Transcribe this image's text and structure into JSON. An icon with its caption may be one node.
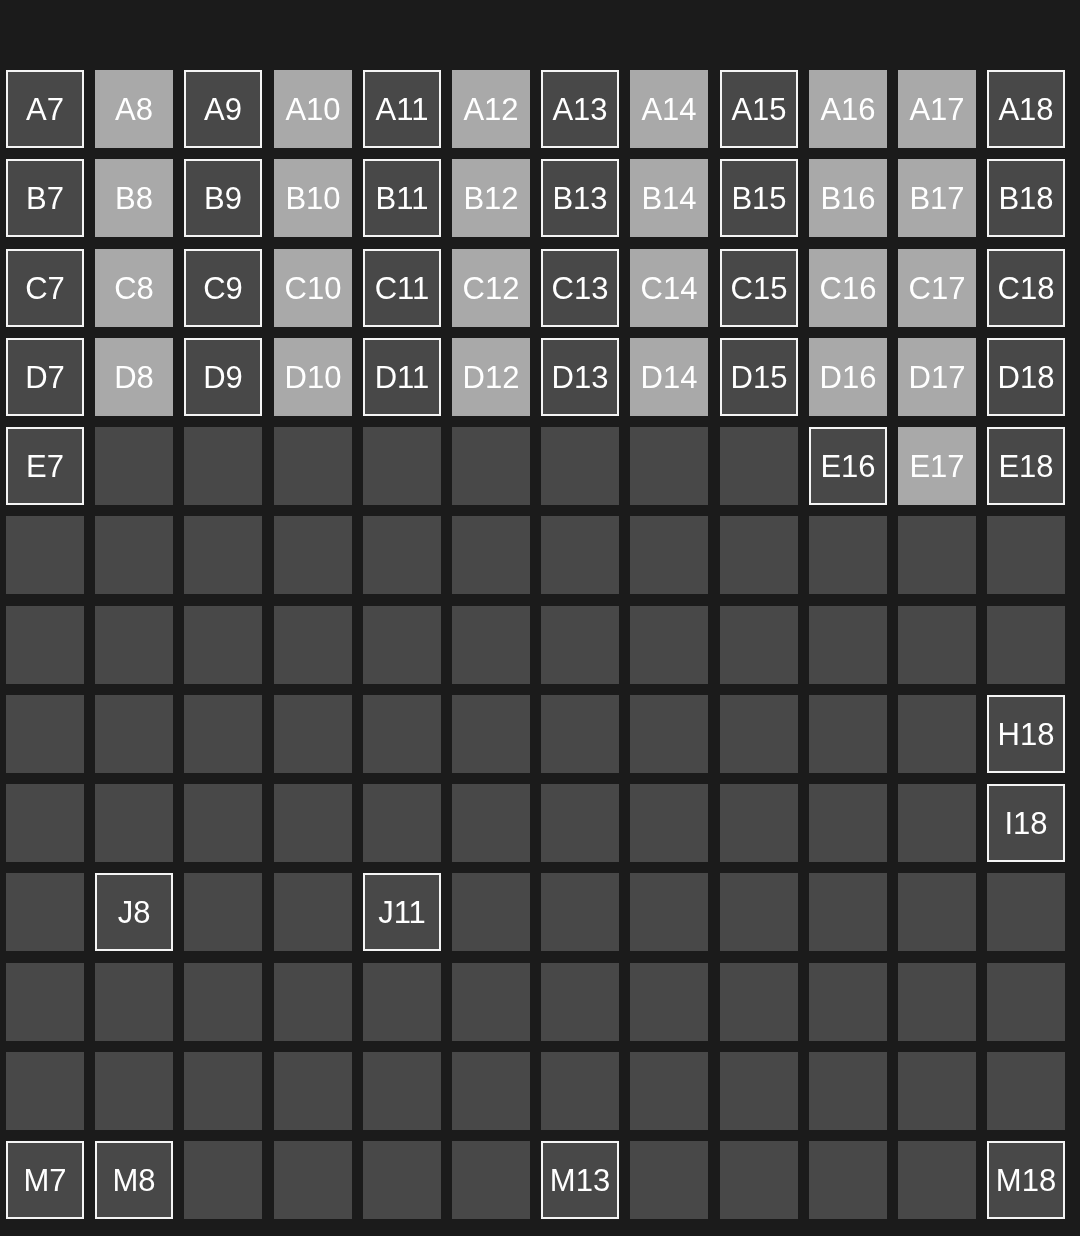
{
  "diagram": {
    "nodes": [
      {
        "text": [
          "A7"
        ]
      },
      {
        "text": [
          "A8"
        ]
      },
      {
        "text": [
          "A9"
        ]
      },
      {
        "text": [
          "A10"
        ]
      },
      {
        "text": [
          "A11"
        ]
      },
      {
        "text": [
          "A12"
        ]
      },
      {
        "text": [
          "A13"
        ]
      },
      {
        "text": [
          "A14"
        ]
      },
      {
        "text": [
          "A15"
        ]
      },
      {
        "text": [
          "A16"
        ]
      },
      {
        "text": [
          "A17"
        ]
      },
      {
        "text": [
          "A18"
        ]
      },
      {
        "text": [
          "B7"
        ]
      },
      {
        "text": [
          "B8"
        ]
      },
      {
        "text": [
          "B9"
        ]
      },
      {
        "text": [
          "B10"
        ]
      },
      {
        "text": [
          "B11"
        ]
      },
      {
        "text": [
          "B12"
        ]
      },
      {
        "text": [
          "B13"
        ]
      },
      {
        "text": [
          "B14"
        ]
      },
      {
        "text": [
          "B15"
        ]
      },
      {
        "text": [
          "B16"
        ]
      },
      {
        "text": [
          "B17"
        ]
      },
      {
        "text": [
          "B18"
        ]
      },
      {
        "text": [
          "C7"
        ]
      },
      {
        "text": [
          "C8"
        ]
      },
      {
        "text": [
          "C9"
        ]
      },
      {
        "text": [
          "C10"
        ]
      },
      {
        "text": [
          "C11"
        ]
      },
      {
        "text": [
          "C12"
        ]
      },
      {
        "text": [
          "C13"
        ]
      },
      {
        "text": [
          "C14"
        ]
      },
      {
        "text": [
          "C15"
        ]
      },
      {
        "text": [
          "C16"
        ]
      },
      {
        "text": [
          "C17"
        ]
      },
      {
        "text": [
          "C18"
        ]
      },
      {
        "text": [
          "D7"
        ]
      },
      {
        "text": [
          "D8"
        ]
      },
      {
        "text": [
          "D9"
        ]
      },
      {
        "text": [
          "D10"
        ]
      },
      {
        "text": [
          "D11"
        ]
      },
      {
        "text": [
          "D12"
        ]
      },
      {
        "text": [
          "D13"
        ]
      },
      {
        "text": [
          "D14"
        ]
      },
      {
        "text": [
          "D15"
        ]
      },
      {
        "text": [
          "D16"
        ]
      },
      {
        "text": [
          "D17"
        ]
      },
      {
        "text": [
          "D18"
        ]
      },
      {
        "text": [
          "E7"
        ]
      },
      {
        "text": [],
        "shape": "box"
      },
      {
        "text": [],
        "shape": "box"
      },
      {
        "text": [],
        "shape": "box"
      },
      {
        "text": [],
        "shape": "box"
      },
      {
        "text": [],
        "shape": "box"
      },
      {
        "text": [],
        "shape": "box"
      },
      {
        "text": [],
        "shape": "box"
      },
      {
        "text": [],
        "shape": "box"
      },
      {
        "text": [
          "E16"
        ]
      },
      {
        "text": [
          "E17"
        ]
      },
      {
        "text": [
          "E18"
        ]
      },
      {
        "text": [],
        "shape": "box"
      },
      {
        "text": [],
        "shape": "box"
      },
      {
        "text": [],
        "shape": "box"
      },
      {
        "text": [],
        "shape": "box"
      },
      {
        "text": [],
        "shape": "box"
      },
      {
        "text": [],
        "shape": "box"
      },
      {
        "text": [],
        "shape": "box"
      },
      {
        "text": [],
        "shape": "box"
      },
      {
        "text": [],
        "shape": "box"
      },
      {
        "text": [],
        "shape": "box"
      },
      {
        "text": [],
        "shape": "box"
      },
      {
        "text": [],
        "shape": "box"
      },
      {
        "text": [],
        "shape": "box"
      },
      {
        "text": [],
        "shape": "box"
      },
      {
        "text": [],
        "shape": "box"
      },
      {
        "text": [],
        "shape": "box"
      },
      {
        "text": [],
        "shape": "box"
      },
      {
        "text": [],
        "shape": "box"
      },
      {
        "text": [],
        "shape": "box"
      },
      {
        "text": [],
        "shape": "box"
      },
      {
        "text": [],
        "shape": "box"
      },
      {
        "text": [],
        "shape": "box"
      },
      {
        "text": [],
        "shape": "box"
      },
      {
        "text": [],
        "shape": "box"
      },
      {
        "text": [],
        "shape": "box"
      },
      {
        "text": [],
        "shape": "box"
      },
      {
        "text": [],
        "shape": "box"
      },
      {
        "text": [],
        "shape": "box"
      },
      {
        "text": [],
        "shape": "box"
      },
      {
        "text": [],
        "shape": "box"
      },
      {
        "text": [],
        "shape": "box"
      },
      {
        "text": [],
        "shape": "box"
      },
      {
        "text": [],
        "shape": "box"
      },
      {
        "text": [],
        "shape": "box"
      },
      {
        "text": [],
        "shape": "box"
      },
      {
        "text": [
          "H18"
        ]
      },
      {
        "text": [],
        "shape": "box"
      },
      {
        "text": [],
        "shape": "box"
      },
      {
        "text": [],
        "shape": "box"
      },
      {
        "text": [],
        "shape": "box"
      },
      {
        "text": [],
        "shape": "box"
      },
      {
        "text": [],
        "shape": "box"
      },
      {
        "text": [],
        "shape": "box"
      },
      {
        "text": [],
        "shape": "box"
      },
      {
        "text": [],
        "shape": "box"
      },
      {
        "text": [],
        "shape": "box"
      },
      {
        "text": [],
        "shape": "box"
      },
      {
        "text": [
          "I18"
        ]
      },
      {
        "text": [],
        "shape": "box"
      },
      {
        "text": [
          "J8"
        ]
      },
      {
        "text": [],
        "shape": "box"
      },
      {
        "text": [],
        "shape": "box"
      },
      {
        "text": [
          "J11"
        ]
      },
      {
        "text": [],
        "shape": "box"
      },
      {
        "text": [],
        "shape": "box"
      },
      {
        "text": [],
        "shape": "box"
      },
      {
        "text": [],
        "shape": "box"
      },
      {
        "text": [],
        "shape": "box"
      },
      {
        "text": [],
        "shape": "box"
      },
      {
        "text": [],
        "shape": "box"
      },
      {
        "text": [],
        "shape": "box"
      },
      {
        "text": [],
        "shape": "box"
      },
      {
        "text": [],
        "shape": "box"
      },
      {
        "text": [],
        "shape": "box"
      },
      {
        "text": [],
        "shape": "box"
      },
      {
        "text": [],
        "shape": "box"
      },
      {
        "text": [],
        "shape": "box"
      },
      {
        "text": [],
        "shape": "box"
      },
      {
        "text": [],
        "shape": "box"
      },
      {
        "text": [],
        "shape": "box"
      },
      {
        "text": [],
        "shape": "box"
      },
      {
        "text": [],
        "shape": "box"
      },
      {
        "text": [],
        "shape": "box"
      },
      {
        "text": [],
        "shape": "box"
      },
      {
        "text": [],
        "shape": "box"
      },
      {
        "text": [],
        "shape": "box"
      },
      {
        "text": [],
        "shape": "box"
      },
      {
        "text": [],
        "shape": "box"
      },
      {
        "text": [],
        "shape": "box"
      },
      {
        "text": [],
        "shape": "box"
      },
      {
        "text": [],
        "shape": "box"
      },
      {
        "text": [],
        "shape": "box"
      },
      {
        "text": [],
        "shape": "box"
      },
      {
        "text": [],
        "shape": "box"
      },
      {
        "text": [
          "M7"
        ]
      },
      {
        "text": [
          "M8"
        ]
      },
      {
        "text": [],
        "shape": "box"
      },
      {
        "text": [],
        "shape": "box"
      },
      {
        "text": [],
        "shape": "box"
      },
      {
        "text": [],
        "shape": "box"
      },
      {
        "text": [
          "M13"
        ]
      },
      {
        "text": [],
        "shape": "box"
      },
      {
        "text": [],
        "shape": "box"
      },
      {
        "text": [],
        "shape": "box"
      },
      {
        "text": [],
        "shape": "box"
      },
      {
        "text": [
          "M18"
        ]
      }
    ]
  }
}
